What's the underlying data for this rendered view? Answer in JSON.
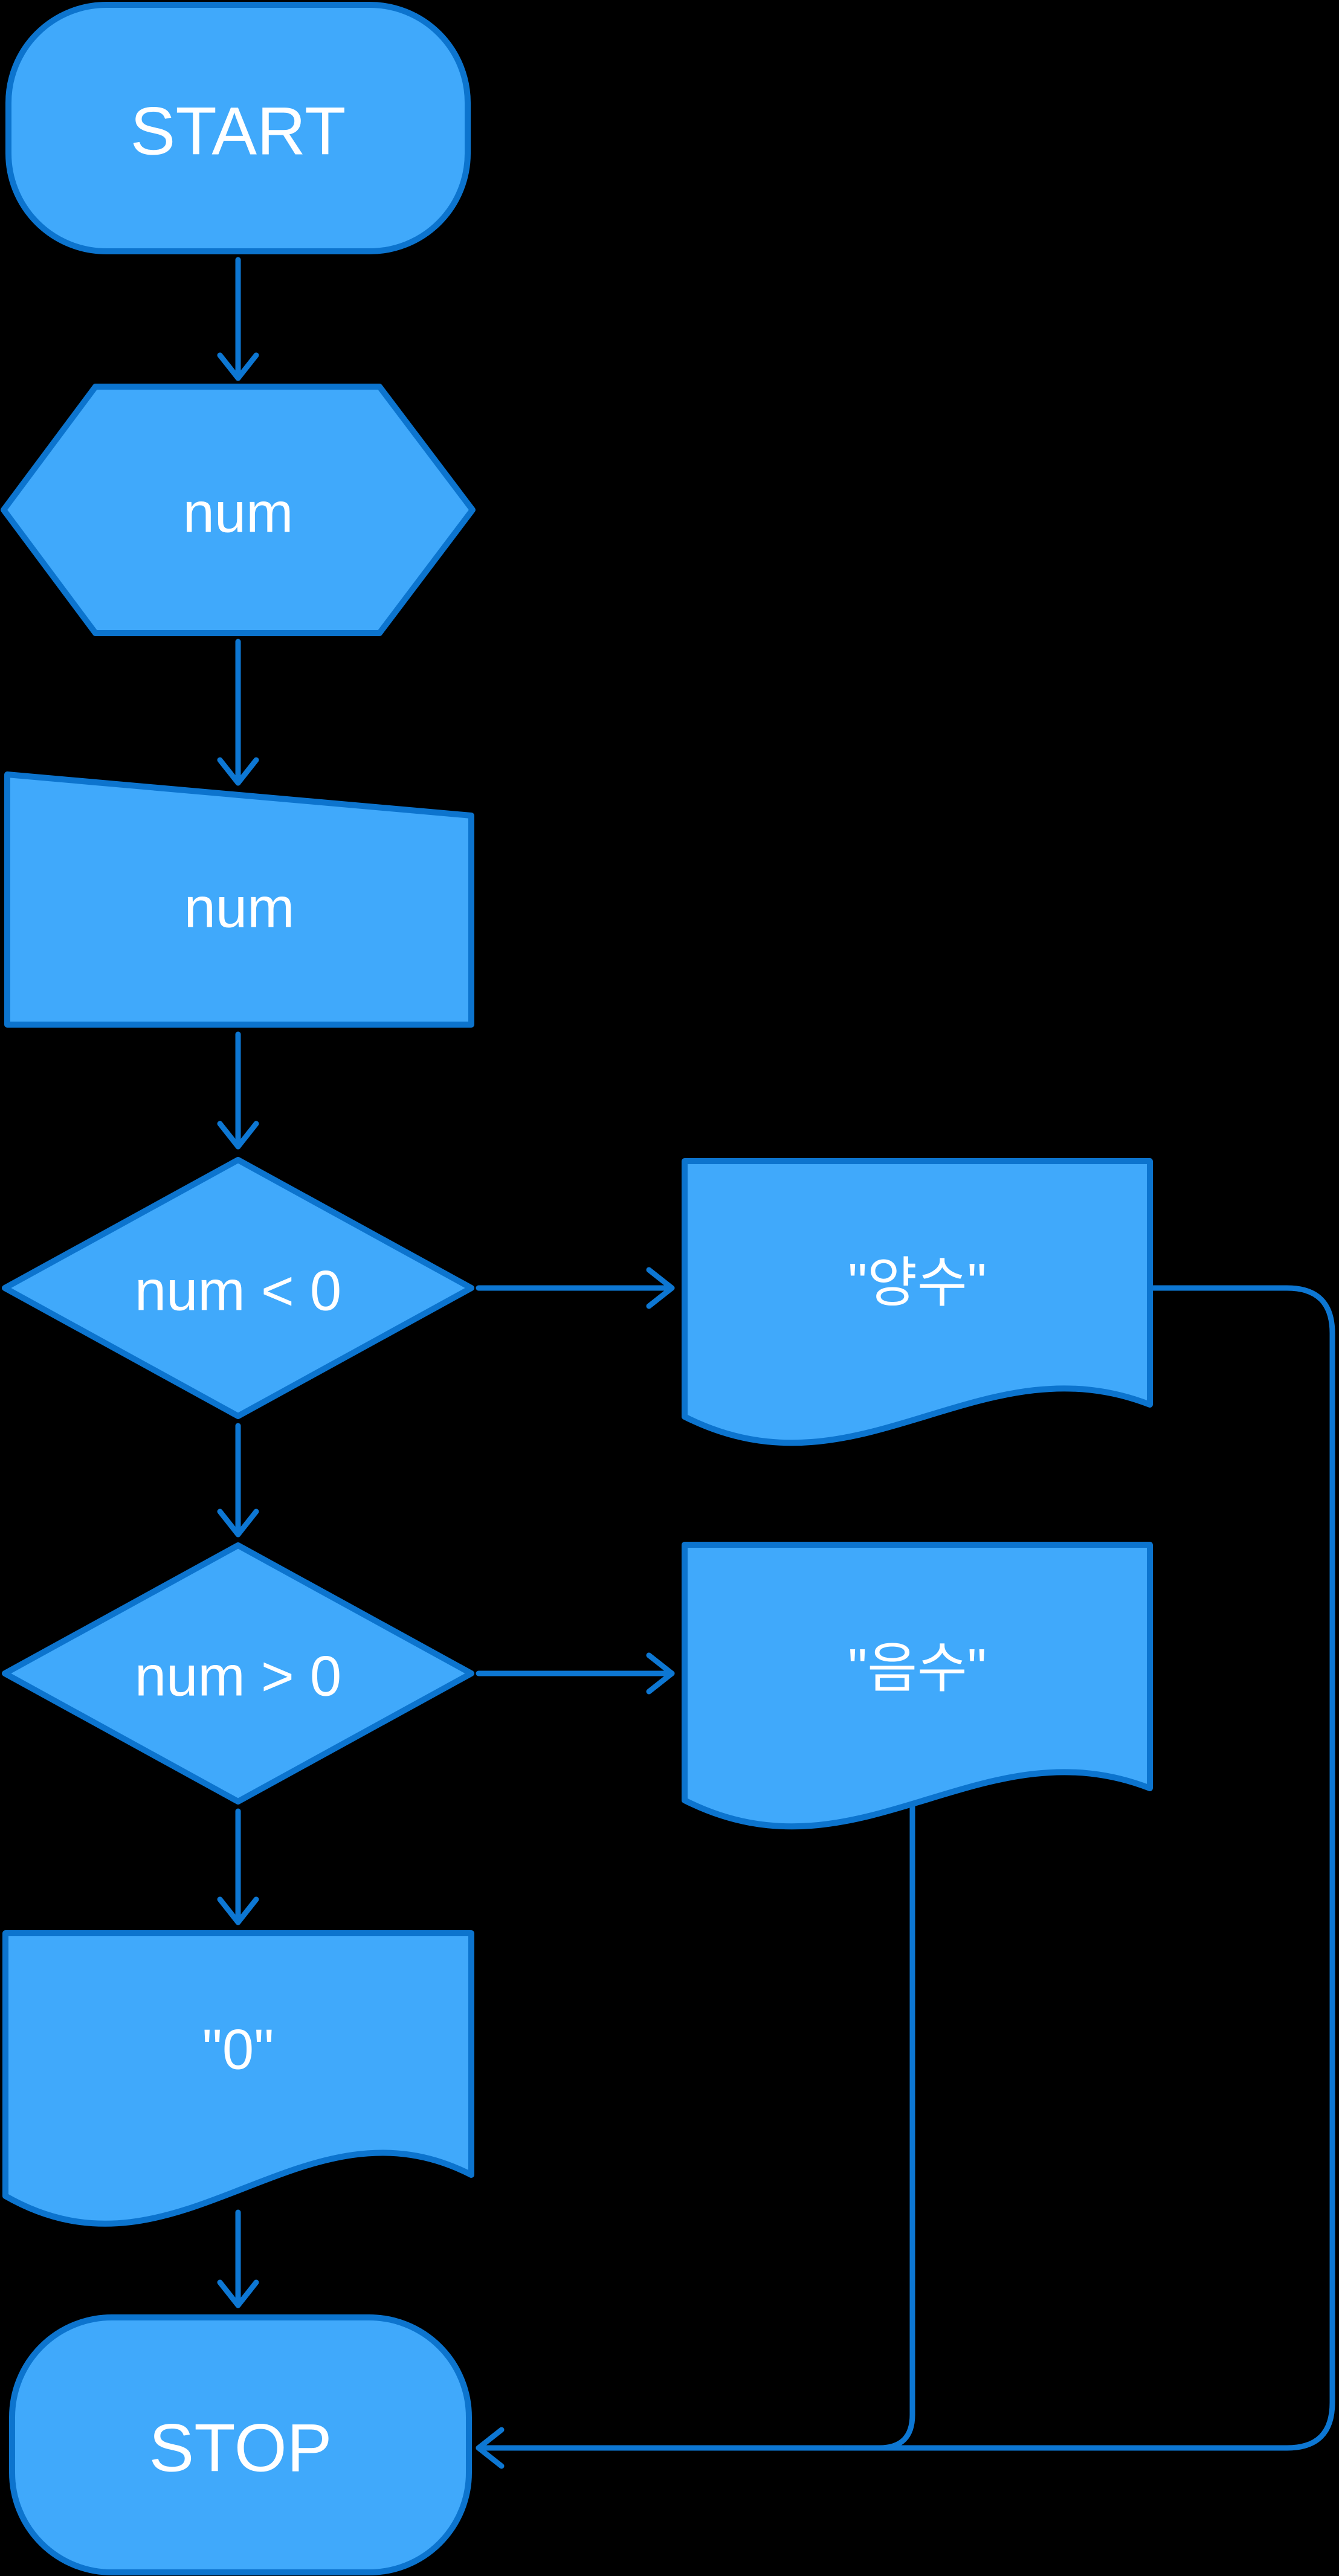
{
  "colors": {
    "background": "#000000",
    "node_fill": "#40A9FB",
    "node_border": "#0C74CE",
    "connector": "#0D77D3",
    "text": "#FFFFFF"
  },
  "nodes": {
    "start": {
      "type": "terminator",
      "label": "START"
    },
    "read_num": {
      "type": "preparation",
      "label": "num"
    },
    "input_num": {
      "type": "manual-input",
      "label": "num"
    },
    "check_negative": {
      "type": "decision",
      "label": "num < 0"
    },
    "doc_positive": {
      "type": "document",
      "label": "\"양수\""
    },
    "check_positive": {
      "type": "decision",
      "label": "num > 0"
    },
    "doc_negative": {
      "type": "document",
      "label": "\"음수\""
    },
    "doc_zero": {
      "type": "document",
      "label": "\"0\""
    },
    "stop": {
      "type": "terminator",
      "label": "STOP"
    }
  },
  "edges": [
    {
      "from": "start",
      "to": "read_num"
    },
    {
      "from": "read_num",
      "to": "input_num"
    },
    {
      "from": "input_num",
      "to": "check_negative"
    },
    {
      "from": "check_negative",
      "to": "doc_positive",
      "direction": "right"
    },
    {
      "from": "check_negative",
      "to": "check_positive",
      "direction": "down"
    },
    {
      "from": "check_positive",
      "to": "doc_negative",
      "direction": "right"
    },
    {
      "from": "check_positive",
      "to": "doc_zero",
      "direction": "down"
    },
    {
      "from": "doc_positive",
      "to": "stop"
    },
    {
      "from": "doc_negative",
      "to": "stop"
    },
    {
      "from": "doc_zero",
      "to": "stop"
    }
  ]
}
